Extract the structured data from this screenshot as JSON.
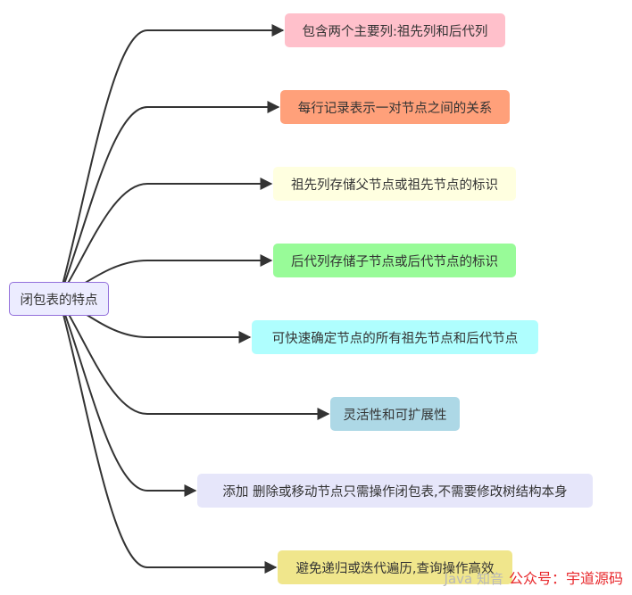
{
  "root": {
    "label": "闭包表的特点"
  },
  "children": [
    {
      "label": "包含两个主要列:祖先列和后代列",
      "color": "#FFC0CB"
    },
    {
      "label": "每行记录表示一对节点之间的关系",
      "color": "#FFA07A"
    },
    {
      "label": "祖先列存储父节点或祖先节点的标识",
      "color": "#FFFFE0"
    },
    {
      "label": "后代列存储子节点或后代节点的标识",
      "color": "#98FB98"
    },
    {
      "label": "可快速确定节点的所有祖先节点和后代节点",
      "color": "#AFFEFE"
    },
    {
      "label": "灵活性和可扩展性",
      "color": "#ADD8E6"
    },
    {
      "label": "添加 删除或移动节点只需操作闭包表,不需要修改树结构本身",
      "color": "#E6E6FA"
    },
    {
      "label": "避免递归或迭代遍历,查询操作高效",
      "color": "#F0E68C"
    }
  ],
  "watermark": {
    "faded": "Java 知音",
    "main": "公众号：宇道源码"
  }
}
